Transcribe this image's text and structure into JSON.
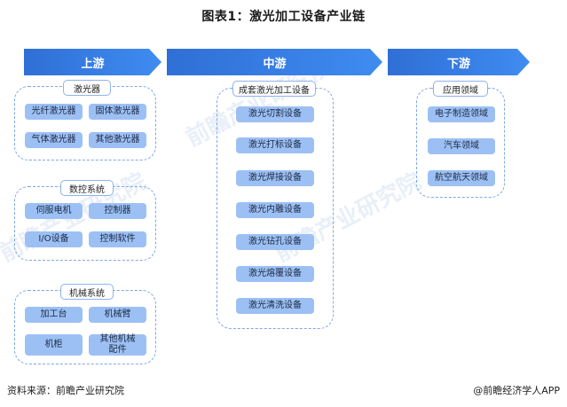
{
  "title": "图表1：激光加工设备产业链",
  "stages": {
    "upstream": "上游",
    "midstream": "中游",
    "downstream": "下游"
  },
  "upstream": {
    "laser": {
      "head": "激光器",
      "items": [
        "光纤激光器",
        "固体激光器",
        "气体激光器",
        "其他激光器"
      ]
    },
    "cnc": {
      "head": "数控系统",
      "items": [
        "伺服电机",
        "控制器",
        "I/O设备",
        "控制软件"
      ]
    },
    "mech": {
      "head": "机械系统",
      "items": [
        "加工台",
        "机械臂",
        "机柜",
        "其他机械配件"
      ]
    }
  },
  "midstream": {
    "head": "成套激光加工设备",
    "items": [
      "激光切割设备",
      "激光打标设备",
      "激光焊接设备",
      "激光内雕设备",
      "激光钻孔设备",
      "激光熔覆设备",
      "激光清洗设备"
    ]
  },
  "downstream": {
    "head": "应用领域",
    "items": [
      "电子制造领域",
      "汽车领域",
      "航空航天领域"
    ]
  },
  "footer": {
    "source": "资料来源：前瞻产业研究院",
    "brand": "@前瞻经济学人APP"
  },
  "watermark": "前瞻产业研究院",
  "colors": {
    "arrow": "#3a80ea",
    "item": "#9cc0f4",
    "border": "#7aa8e8"
  }
}
